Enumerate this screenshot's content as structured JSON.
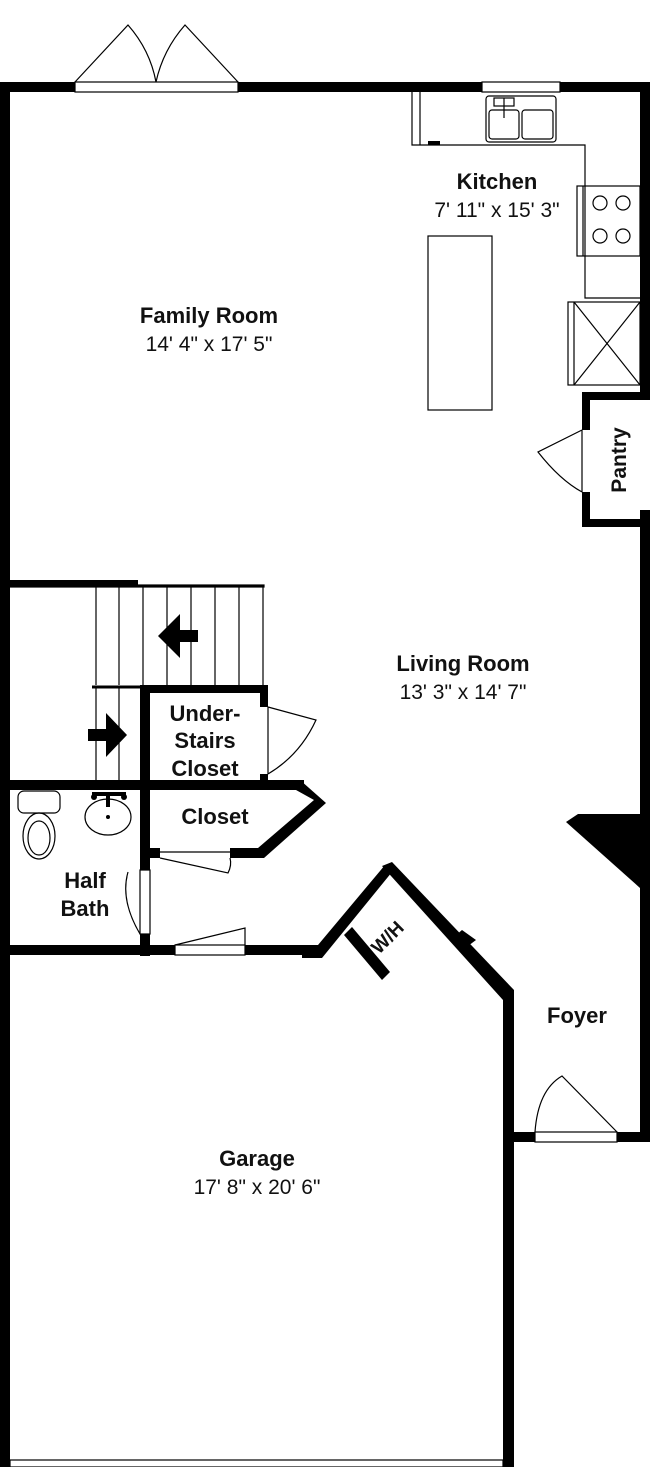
{
  "rooms": {
    "family_room": {
      "name": "Family Room",
      "dims": "14' 4\" x 17' 5\""
    },
    "kitchen": {
      "name": "Kitchen",
      "dims": "7' 11\" x 15' 3\""
    },
    "pantry": {
      "name": "Pantry"
    },
    "living_room": {
      "name": "Living Room",
      "dims": "13' 3\" x 14' 7\""
    },
    "under_stairs_closet": {
      "line1": "Under-",
      "line2": "Stairs",
      "line3": "Closet"
    },
    "closet": {
      "name": "Closet"
    },
    "half_bath": {
      "line1": "Half",
      "line2": "Bath"
    },
    "water_heater": {
      "name": "W/H"
    },
    "foyer": {
      "name": "Foyer"
    },
    "garage": {
      "name": "Garage",
      "dims": "17' 8\" x 20' 6\""
    }
  },
  "colors": {
    "walls": "#000000",
    "background": "#ffffff"
  }
}
